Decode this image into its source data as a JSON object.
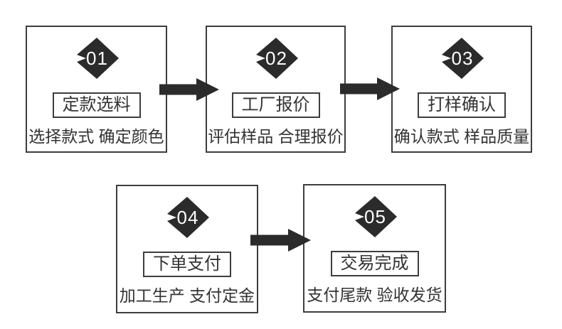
{
  "diagram": {
    "type": "process-flow",
    "language": "zh-CN",
    "colors": {
      "background": "#ffffff",
      "box_border": "#3d3d3d",
      "badge_fill": "#2b2b2b",
      "arrow_fill": "#2b2b2b",
      "text": "#333333",
      "badge_number": "#ffffff"
    },
    "steps": [
      {
        "number": "01",
        "title": "定款选料",
        "subtitle": "选择款式 确定颜色"
      },
      {
        "number": "02",
        "title": "工厂报价",
        "subtitle": "评估样品 合理报价"
      },
      {
        "number": "03",
        "title": "打样确认",
        "subtitle": "确认款式 样品质量"
      },
      {
        "number": "04",
        "title": "下单支付",
        "subtitle": "加工生产 支付定金"
      },
      {
        "number": "05",
        "title": "交易完成",
        "subtitle": "支付尾款 验收发货"
      }
    ],
    "arrows": [
      {
        "from": "01",
        "to": "02",
        "direction": "right"
      },
      {
        "from": "02",
        "to": "03",
        "direction": "right"
      },
      {
        "from": "04",
        "to": "05",
        "direction": "right"
      }
    ]
  }
}
